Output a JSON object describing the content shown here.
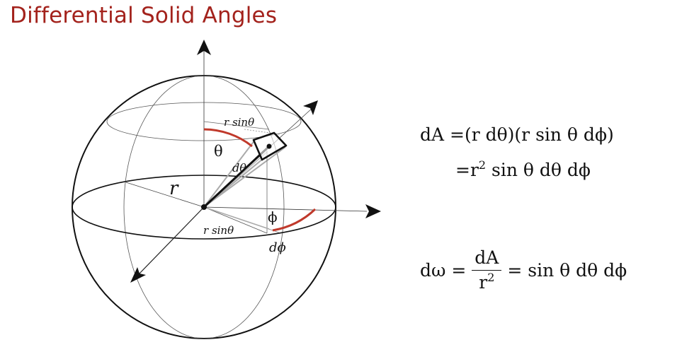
{
  "title": "Differential Solid Angles",
  "labels": {
    "r": "r",
    "theta": "θ",
    "phi": "ϕ",
    "dtheta": "dθ",
    "dphi": "dϕ",
    "r_sin_theta_top": "r sinθ",
    "r_sin_theta_bottom": "r sinθ"
  },
  "equations": {
    "dA_lhs": "dA =",
    "dA_line1_rhs": "(r dθ)(r sin θ dϕ)",
    "dA_line2_prefix": "=r",
    "dA_line2_exp": "2",
    "dA_line2_rest": " sin θ dθ dϕ",
    "domega_lhs": "dω =",
    "domega_num": "dA",
    "domega_den_base": "r",
    "domega_den_exp": "2",
    "domega_rhs": "= sin θ dθ dϕ"
  },
  "colors": {
    "title": "#a3221c",
    "arc": "#c0392b",
    "lines": "#111111",
    "thin_lines": "#888888"
  }
}
